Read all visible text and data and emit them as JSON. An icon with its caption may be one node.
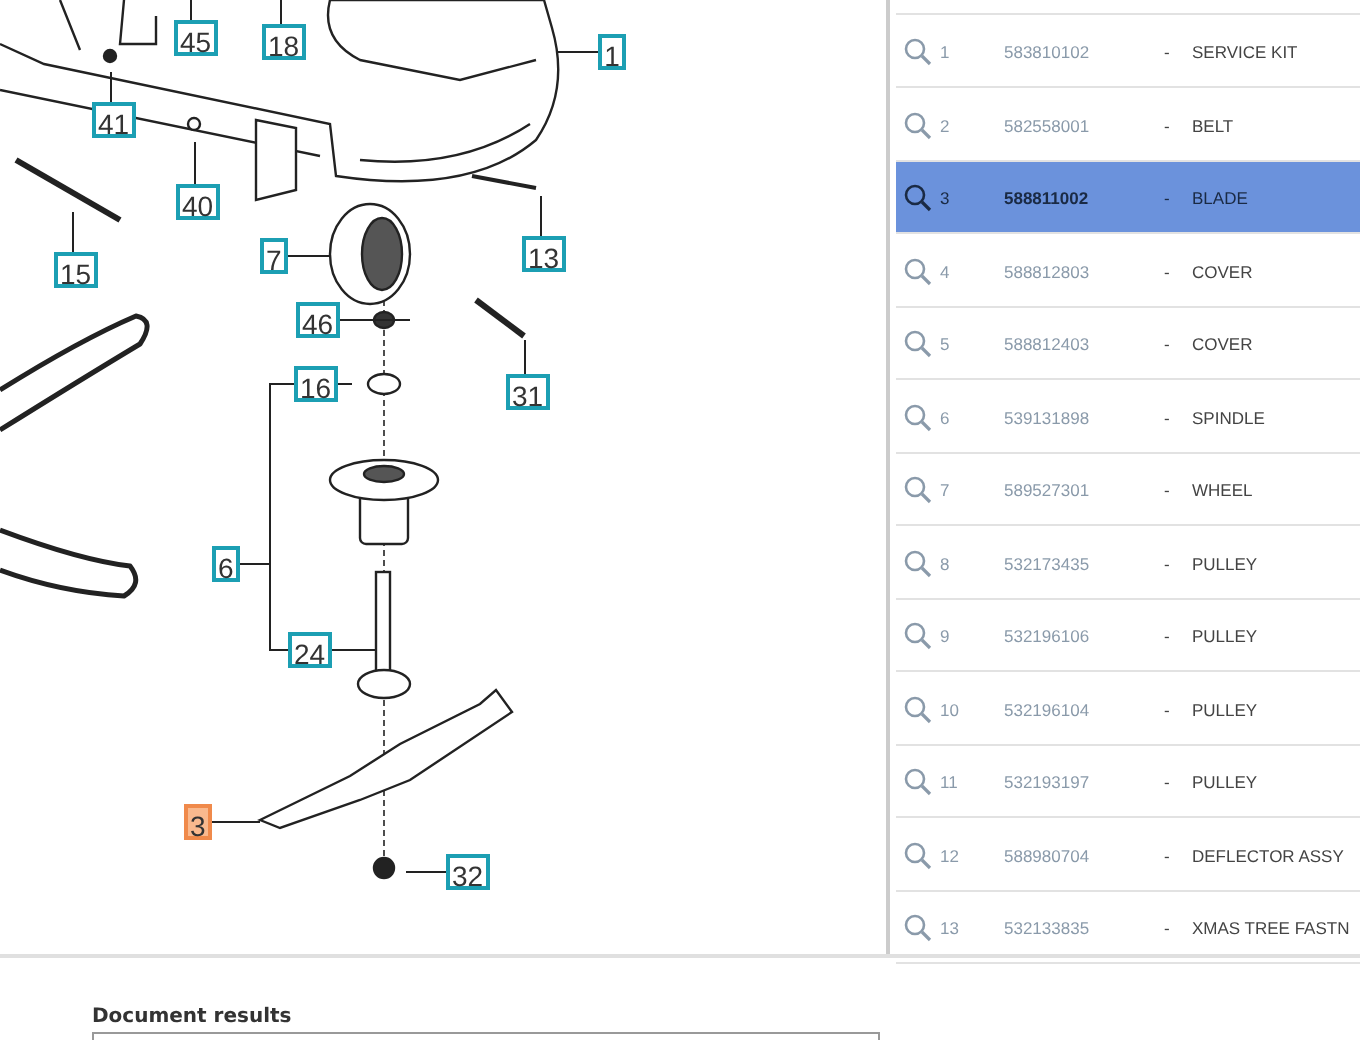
{
  "diagram": {
    "nodes": [
      {
        "text": [
          "45"
        ]
      },
      {
        "text": [
          "18"
        ]
      },
      {
        "text": [
          "1"
        ]
      },
      {
        "text": [
          "41"
        ]
      },
      {
        "text": [
          "40"
        ]
      },
      {
        "text": [
          "15"
        ]
      },
      {
        "text": [
          "7"
        ]
      },
      {
        "text": [
          "13"
        ]
      },
      {
        "text": [
          "46"
        ]
      },
      {
        "text": [
          "31"
        ]
      },
      {
        "text": [
          "16"
        ]
      },
      {
        "text": [
          "6"
        ]
      },
      {
        "text": [
          "24"
        ]
      },
      {
        "text": [
          "3"
        ]
      },
      {
        "text": [
          "32"
        ]
      }
    ],
    "edges": [
      {
        "from": 0,
        "to": null,
        "arrow": "none"
      },
      {
        "from": 1,
        "to": null,
        "arrow": "none"
      },
      {
        "from": 2,
        "to": null,
        "arrow": "none"
      },
      {
        "from": 3,
        "to": null,
        "arrow": "none"
      },
      {
        "from": 4,
        "to": null,
        "arrow": "none"
      },
      {
        "from": 5,
        "to": null,
        "arrow": "none"
      },
      {
        "from": 6,
        "to": null,
        "arrow": "none"
      },
      {
        "from": 7,
        "to": null,
        "arrow": "none"
      },
      {
        "from": 8,
        "to": null,
        "arrow": "none"
      },
      {
        "from": 9,
        "to": null,
        "arrow": "none"
      },
      {
        "from": 10,
        "to": null,
        "arrow": "none"
      },
      {
        "from": 12,
        "to": null,
        "arrow": "none"
      },
      {
        "from": 11,
        "to": 10,
        "arrow": "none"
      },
      {
        "from": 11,
        "to": 12,
        "arrow": "none"
      },
      {
        "from": 13,
        "to": null,
        "arrow": "none"
      },
      {
        "from": 14,
        "to": null,
        "arrow": "none"
      }
    ],
    "labels": [
      "1",
      "583810102",
      "-",
      "SERVICE KIT",
      "2",
      "582558001",
      "-",
      "BELT",
      "3",
      "588811002",
      "-",
      "BLADE",
      "4",
      "588812803",
      "-",
      "COVER",
      "5",
      "588812403",
      "-",
      "COVER",
      "6",
      "539131898",
      "-",
      "SPINDLE",
      "7",
      "589527301",
      "-",
      "WHEEL",
      "8",
      "532173435",
      "-",
      "PULLEY",
      "9",
      "532196106",
      "-",
      "PULLEY",
      "10",
      "532196104",
      "-",
      "PULLEY",
      "11",
      "532193197",
      "-",
      "PULLEY",
      "12",
      "588980704",
      "-",
      "DEFLECTOR ASSY",
      "13",
      "532133835",
      "-",
      "XMAS TREE FASTN",
      "Document results"
    ]
  }
}
